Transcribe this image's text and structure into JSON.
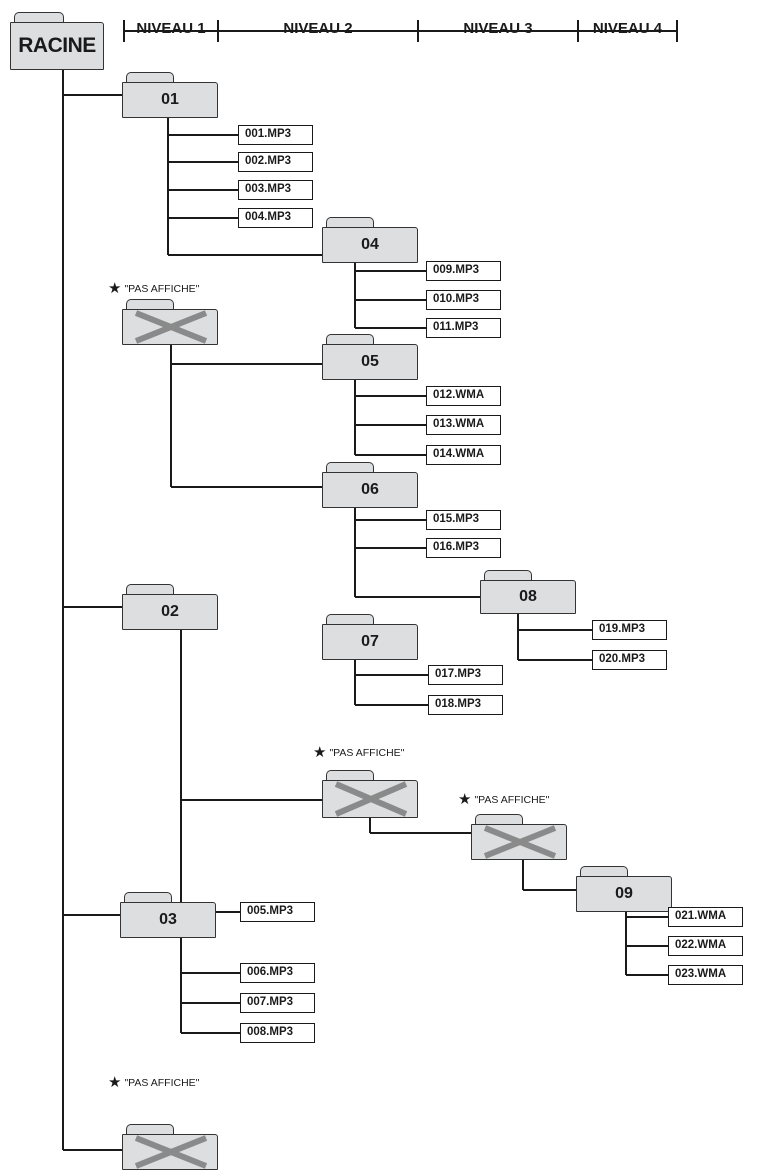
{
  "headers": {
    "root": "RACINE",
    "level1": "NIVEAU 1",
    "level2": "NIVEAU 2",
    "level3": "NIVEAU 3",
    "level4": "NIVEAU 4"
  },
  "hidden_note": "\"PAS AFFICHE\"",
  "star_glyph": "★",
  "folders": {
    "f01": "01",
    "f02": "02",
    "f03": "03",
    "f04": "04",
    "f05": "05",
    "f06": "06",
    "f07": "07",
    "f08": "08",
    "f09": "09"
  },
  "files": {
    "a001": "001.MP3",
    "a002": "002.MP3",
    "a003": "003.MP3",
    "a004": "004.MP3",
    "a005": "005.MP3",
    "a006": "006.MP3",
    "a007": "007.MP3",
    "a008": "008.MP3",
    "a009": "009.MP3",
    "a010": "010.MP3",
    "a011": "011.MP3",
    "a012": "012.WMA",
    "a013": "013.WMA",
    "a014": "014.WMA",
    "a015": "015.MP3",
    "a016": "016.MP3",
    "a017": "017.MP3",
    "a018": "018.MP3",
    "a019": "019.MP3",
    "a020": "020.MP3",
    "a021": "021.WMA",
    "a022": "022.WMA",
    "a023": "023.WMA"
  },
  "colors": {
    "folder_fill": "#dcdee0",
    "line": "#1a1a1a",
    "x_mark": "#8a8a8a"
  }
}
